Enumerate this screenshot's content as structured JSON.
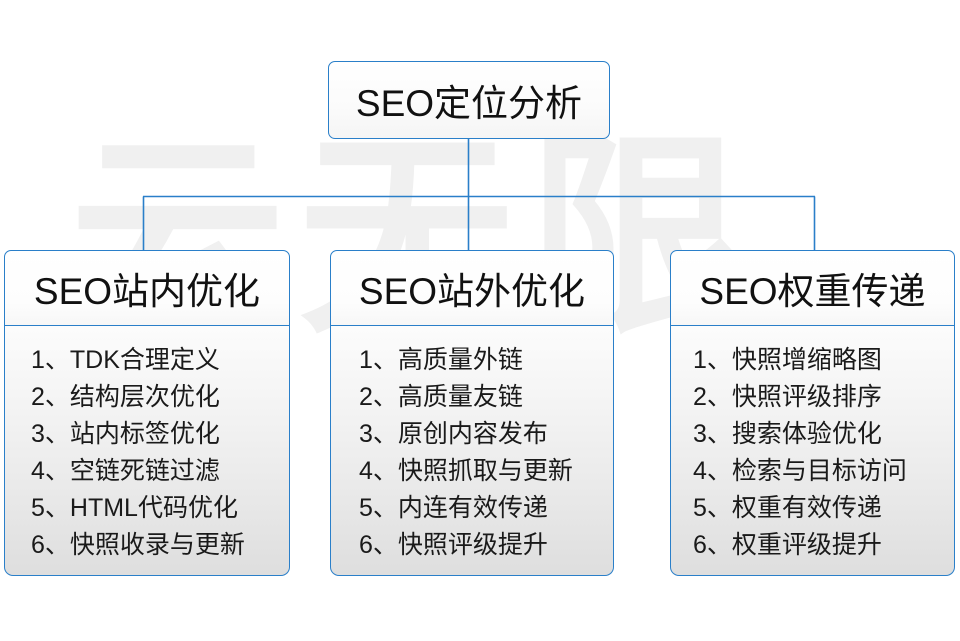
{
  "diagram": {
    "title": "SEO定位分析",
    "watermark": "云无限",
    "watermark_sub": "",
    "accent_color": "#2a7fc9",
    "text_color": "#111111",
    "root": {
      "label": "SEO定位分析"
    },
    "columns": [
      {
        "header": "SEO站内优化",
        "items": [
          "1、TDK合理定义",
          "2、结构层次优化",
          "3、站内标签优化",
          "4、空链死链过滤",
          "5、HTML代码优化",
          "6、快照收录与更新"
        ]
      },
      {
        "header": "SEO站外优化",
        "items": [
          "1、高质量外链",
          "2、高质量友链",
          "3、原创内容发布",
          "4、快照抓取与更新",
          "5、内连有效传递",
          "6、快照评级提升"
        ]
      },
      {
        "header": "SEO权重传递",
        "items": [
          "1、快照增缩略图",
          "2、快照评级排序",
          "3、搜索体验优化",
          "4、检索与目标访问",
          "5、权重有效传递",
          "6、权重评级提升"
        ]
      }
    ]
  }
}
